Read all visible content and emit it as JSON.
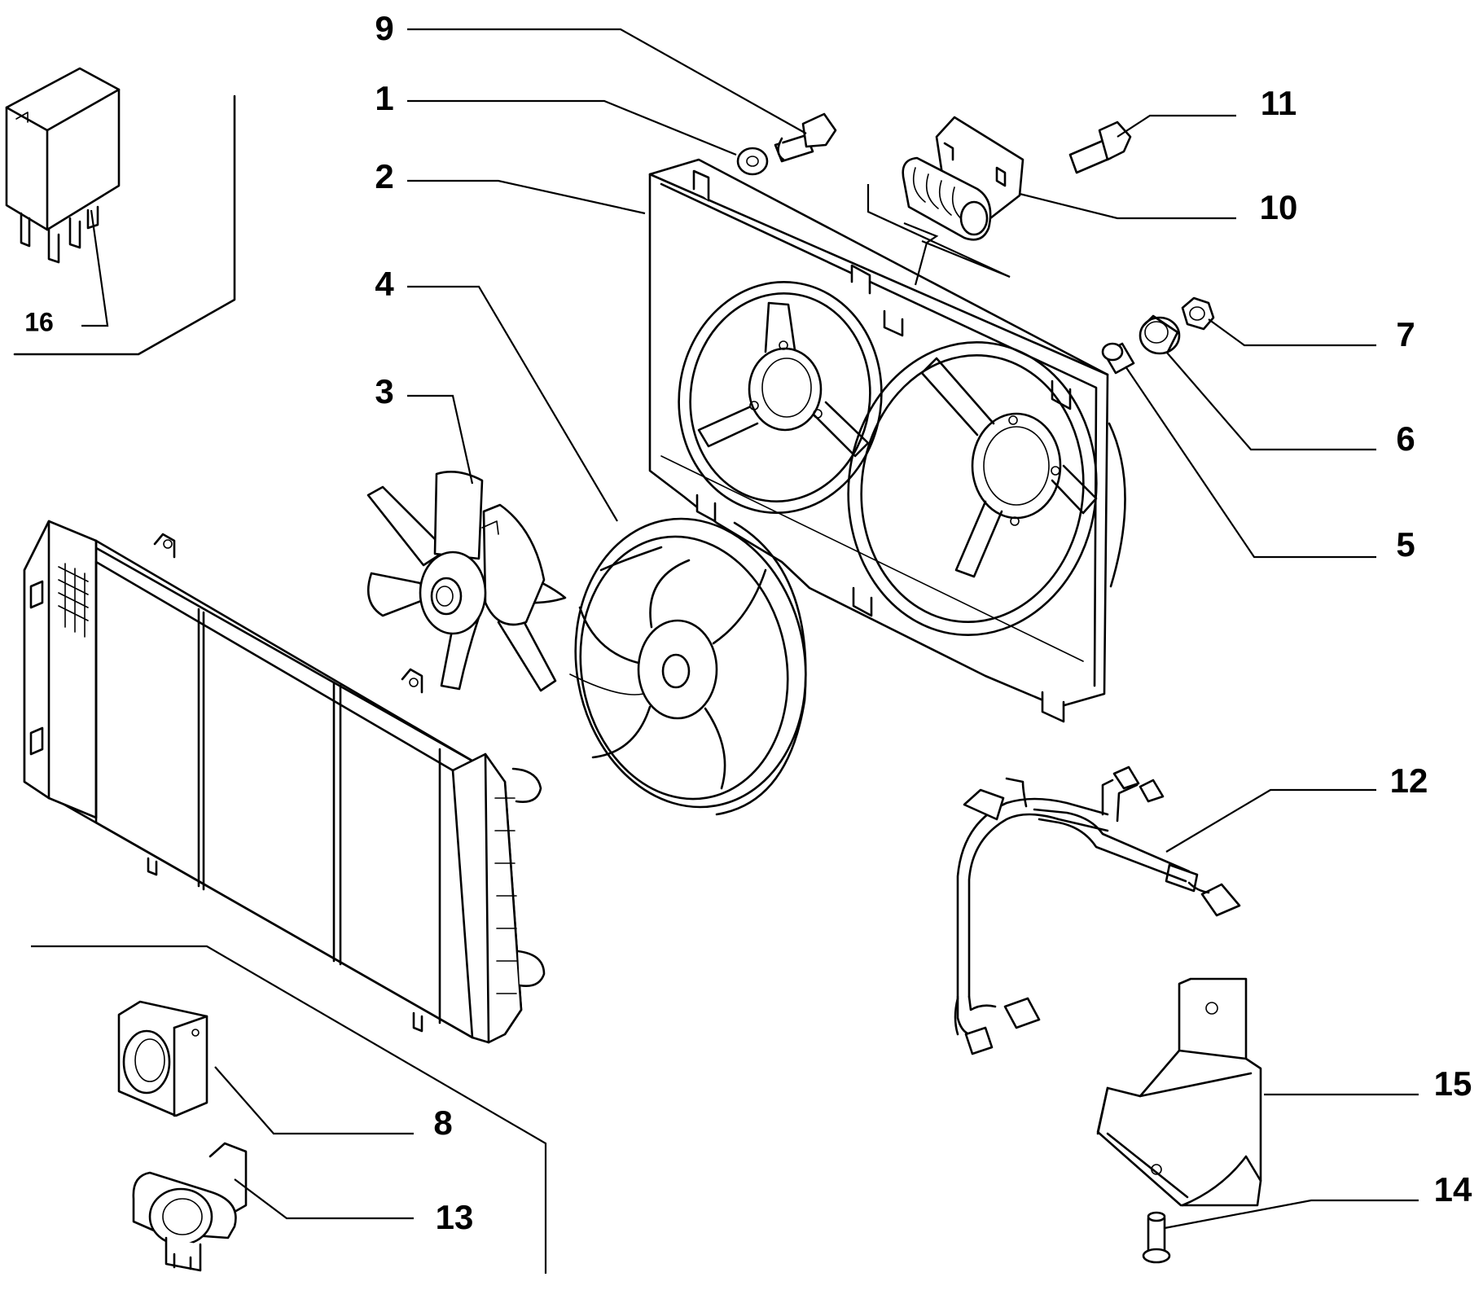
{
  "callouts": [
    {
      "id": "1"
    },
    {
      "id": "2"
    },
    {
      "id": "3"
    },
    {
      "id": "4"
    },
    {
      "id": "5"
    },
    {
      "id": "6"
    },
    {
      "id": "7"
    },
    {
      "id": "8"
    },
    {
      "id": "9"
    },
    {
      "id": "10"
    },
    {
      "id": "11"
    },
    {
      "id": "12"
    },
    {
      "id": "13"
    },
    {
      "id": "14"
    },
    {
      "id": "15"
    },
    {
      "id": "16"
    }
  ],
  "colors": {
    "line": "#000000",
    "background": "#ffffff"
  }
}
